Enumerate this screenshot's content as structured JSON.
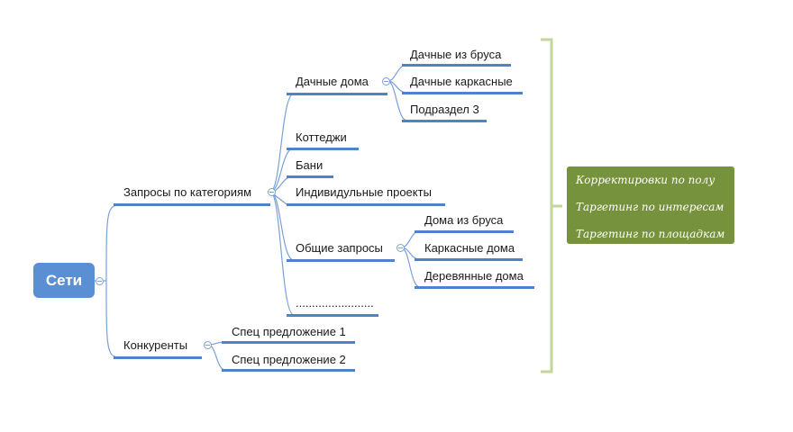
{
  "root": {
    "label": "Сети"
  },
  "categories": {
    "label": "Запросы по категориям",
    "dacha": {
      "label": "Дачные дома",
      "children": [
        "Дачные из бруса",
        "Дачные каркасные",
        "Подраздел 3"
      ]
    },
    "cottages": "Коттеджи",
    "baths": "Бани",
    "individual": "Индивидульные проекты",
    "general": {
      "label": "Общие запросы",
      "children": [
        "Дома из бруса",
        "Каркасные дома",
        "Деревянные дома"
      ]
    },
    "ellipsis": "........................"
  },
  "competitors": {
    "label": "Конкуренты",
    "children": [
      "Спец предложение 1",
      "Спец предложение 2"
    ]
  },
  "note": {
    "items": [
      "Корректировки по полу",
      "Таргетинг по интересам",
      "Таргетинг по площадкам"
    ]
  },
  "colors": {
    "root_fill": "#5b8fd4",
    "underline": "#4f82c8",
    "connector": "#7aa0d6",
    "bracket": "#c3d69b",
    "note_fill": "#76923c"
  }
}
